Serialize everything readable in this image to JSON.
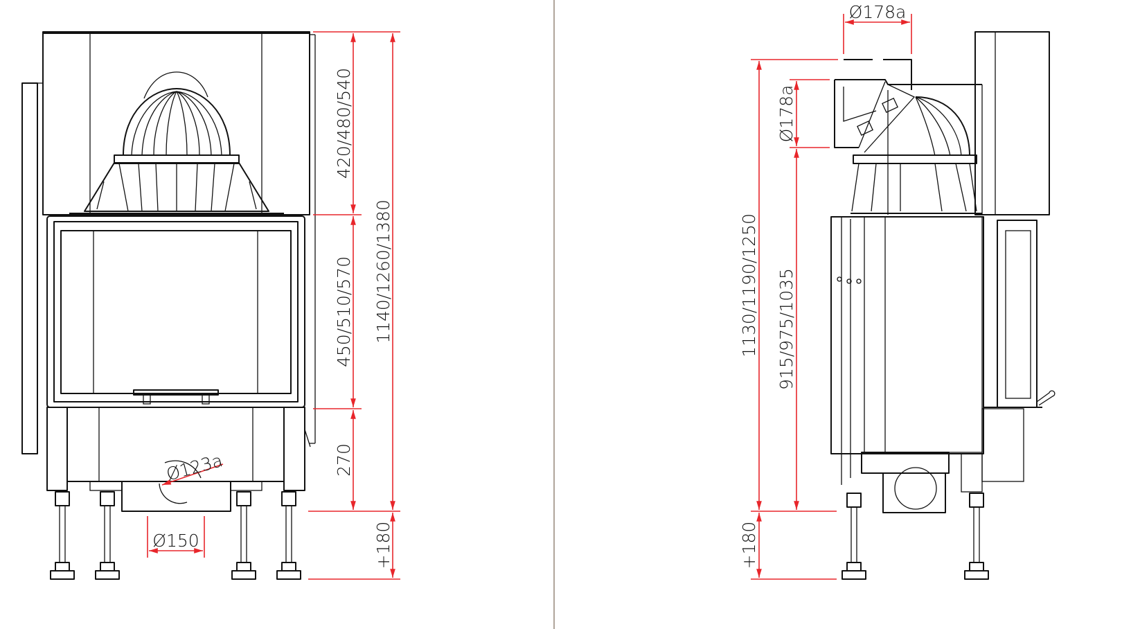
{
  "front_view": {
    "dim_top": "420/480/540",
    "dim_middle": "450/510/570",
    "dim_bottom": "270",
    "dim_total": "1140/1260/1380",
    "dim_legs": "+180",
    "dim_inlet": "Ø123a",
    "dim_outlet": "Ø150"
  },
  "side_view": {
    "dim_flue_width": "Ø178a",
    "dim_flue_height": "Ø178a",
    "dim_total": "1130/1190/1250",
    "dim_body": "915/975/1035",
    "dim_legs": "+180"
  },
  "colors": {
    "dimension": "#e8262b",
    "outline": "#111111",
    "divider": "#b0a49a"
  }
}
